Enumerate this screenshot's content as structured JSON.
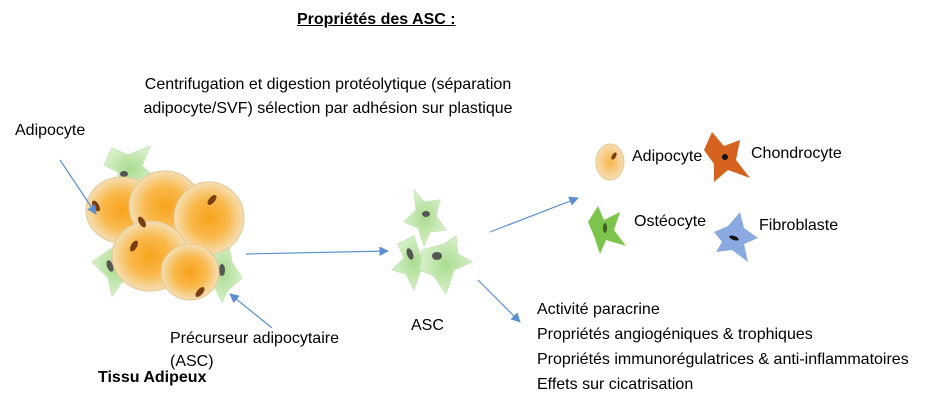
{
  "title": "Propriétés des ASC :",
  "process_line1": "Centrifugation et digestion protéolytique (séparation",
  "process_line2": "adipocyte/SVF) sélection par adhésion sur plastique",
  "label_adipocyte_left": "Adipocyte",
  "label_precursor_line1": "Précurseur adipocytaire",
  "label_precursor_line2": "(ASC)",
  "label_tissue": "Tissu Adipeux",
  "label_asc": "ASC",
  "derived": {
    "adipocyte": "Adipocyte",
    "chondrocyte": "Chondrocyte",
    "osteocyte": "Ostéocyte",
    "fibroblast": "Fibroblaste"
  },
  "properties": [
    "Activité paracrine",
    "Propriétés angiogéniques & trophiques",
    "Propriétés immunorégulatrices & anti-inflammatoires",
    "Effets sur cicatrisation"
  ],
  "colors": {
    "arrow": "#5b8fd1",
    "fat_cell_outer": "#f4dcaf",
    "fat_cell_inner": "#f9a71e",
    "asc_green": "#cdecc0",
    "chondrocyte": "#d6621f",
    "osteocyte": "#7cc44b",
    "fibroblast": "#8aa9e0",
    "nucleus": "#7a3e12"
  }
}
